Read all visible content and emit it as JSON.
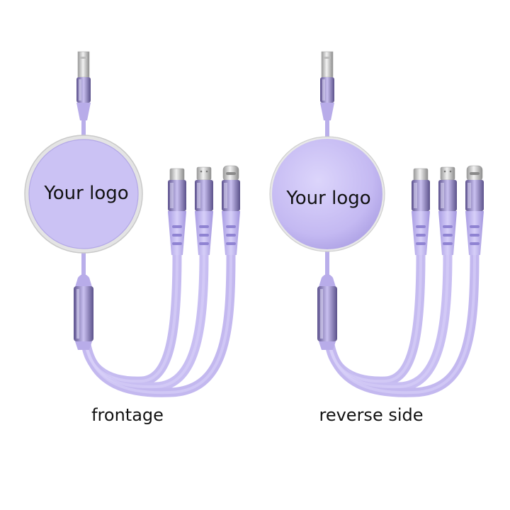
{
  "products": [
    {
      "logo_text": "Your logo",
      "caption": "frontage"
    },
    {
      "logo_text": "Your logo",
      "caption": "reverse side"
    }
  ],
  "colors": {
    "cable": "#c7bdf1",
    "cable_dark": "#9e92de",
    "disc_front": "#cbc2f4",
    "disc_back": "#c5baf2",
    "rim": "#dcdcdc",
    "metal": "#7f74b4",
    "connector_metal": "#d4d4d4"
  }
}
